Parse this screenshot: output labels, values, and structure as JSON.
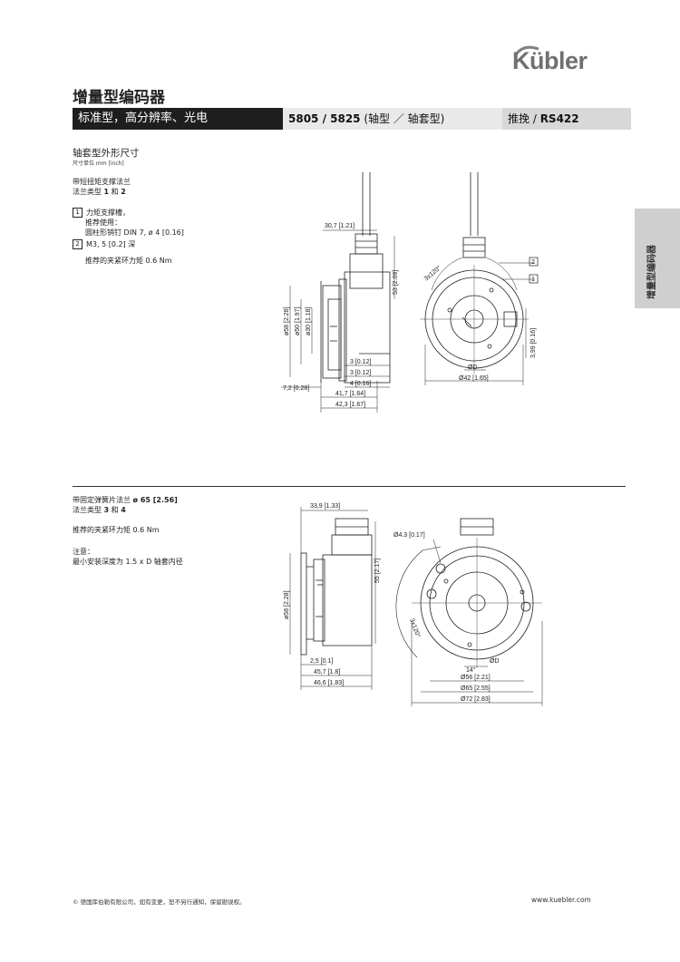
{
  "header": {
    "logo_text": "Kübler",
    "page_title": "增量型编码器",
    "bar": {
      "segment1": "标准型，高分辨率、光电",
      "segment2_bold": "5805 / 5825",
      "segment2_rest": " (轴型 ／ 轴套型)",
      "segment3_text": "推挽 / ",
      "segment3_bold": "RS422"
    }
  },
  "side_tab": {
    "label": "增量型编码器"
  },
  "section1": {
    "title": "轴套型外形尺寸",
    "units": "尺寸单位 mm [inch]",
    "flange_line1": "带短扭矩支撑法兰",
    "flange_line2_text": "法兰类型 ",
    "flange_line2_bold": "1",
    "flange_line2_mid": " 和 ",
    "flange_line2_bold2": "2",
    "note1_num": "1",
    "note1_l1": "力矩支撑槽，",
    "note1_l2": "推荐使用：",
    "note1_l3": "圆柱形销钉 DIN 7, ø 4 [0.16]",
    "note2_num": "2",
    "note2_l1": "M3, 5 [0.2] 深",
    "note2_l2": "推荐的夹紧环力矩 0.6 Nm"
  },
  "section2": {
    "flange_line1_text": "带固定弹簧片法兰 ",
    "flange_line1_bold": "ø 65 [2.56]",
    "flange_line2_text": "法兰类型 ",
    "flange_line2_bold": "3",
    "flange_line2_mid": " 和 ",
    "flange_line2_bold2": "4",
    "torque": "推荐的夹紧环力矩 0.6 Nm",
    "note_title": "注意：",
    "note_text": "最小安装深度为 1.5 x D 轴套内径"
  },
  "drawing1": {
    "dim_top": "30,7 [1.21]",
    "dim_53": "53 [2.09]",
    "dim_58": "ø58 [2.28]",
    "dim_50": "ø50 [1.97]",
    "dim_30": "ø30 [1.18]",
    "dim_3a": "3 [0.12]",
    "dim_3b": "3 [0.12]",
    "dim_4": "4 [0.16]",
    "dim_72": "7,2 [0.28]",
    "dim_417": "41,7 [1.64]",
    "dim_423": "42,3 [1.67]",
    "angle": "3x120°",
    "callout_2": "2",
    "callout_1": "1",
    "dim_399": "3,99 [0.16]",
    "dim_d": "ØD",
    "dim_42": "Ø42 [1.65]"
  },
  "drawing2": {
    "dim_339": "33,9 [1.33]",
    "dim_55": "55 [2.17]",
    "dim_58": "ø58 [2.28]",
    "dim_25": "2,5 [0.1]",
    "dim_457": "45,7 [1.8]",
    "dim_466": "46,6 [1.83]",
    "dim_43": "Ø4.3 [0.17]",
    "angle": "3x120°",
    "dim_14": "14°",
    "dim_d": "ØD",
    "dim_56": "Ø56 [2.21]",
    "dim_65": "Ø65 [2.55]",
    "dim_72": "Ø72 [2.83]"
  },
  "footer": {
    "left": "© 德国库伯勒有限公司，如有变更，恕不另行通知，保留勘误权。",
    "right": "www.kuebler.com"
  }
}
